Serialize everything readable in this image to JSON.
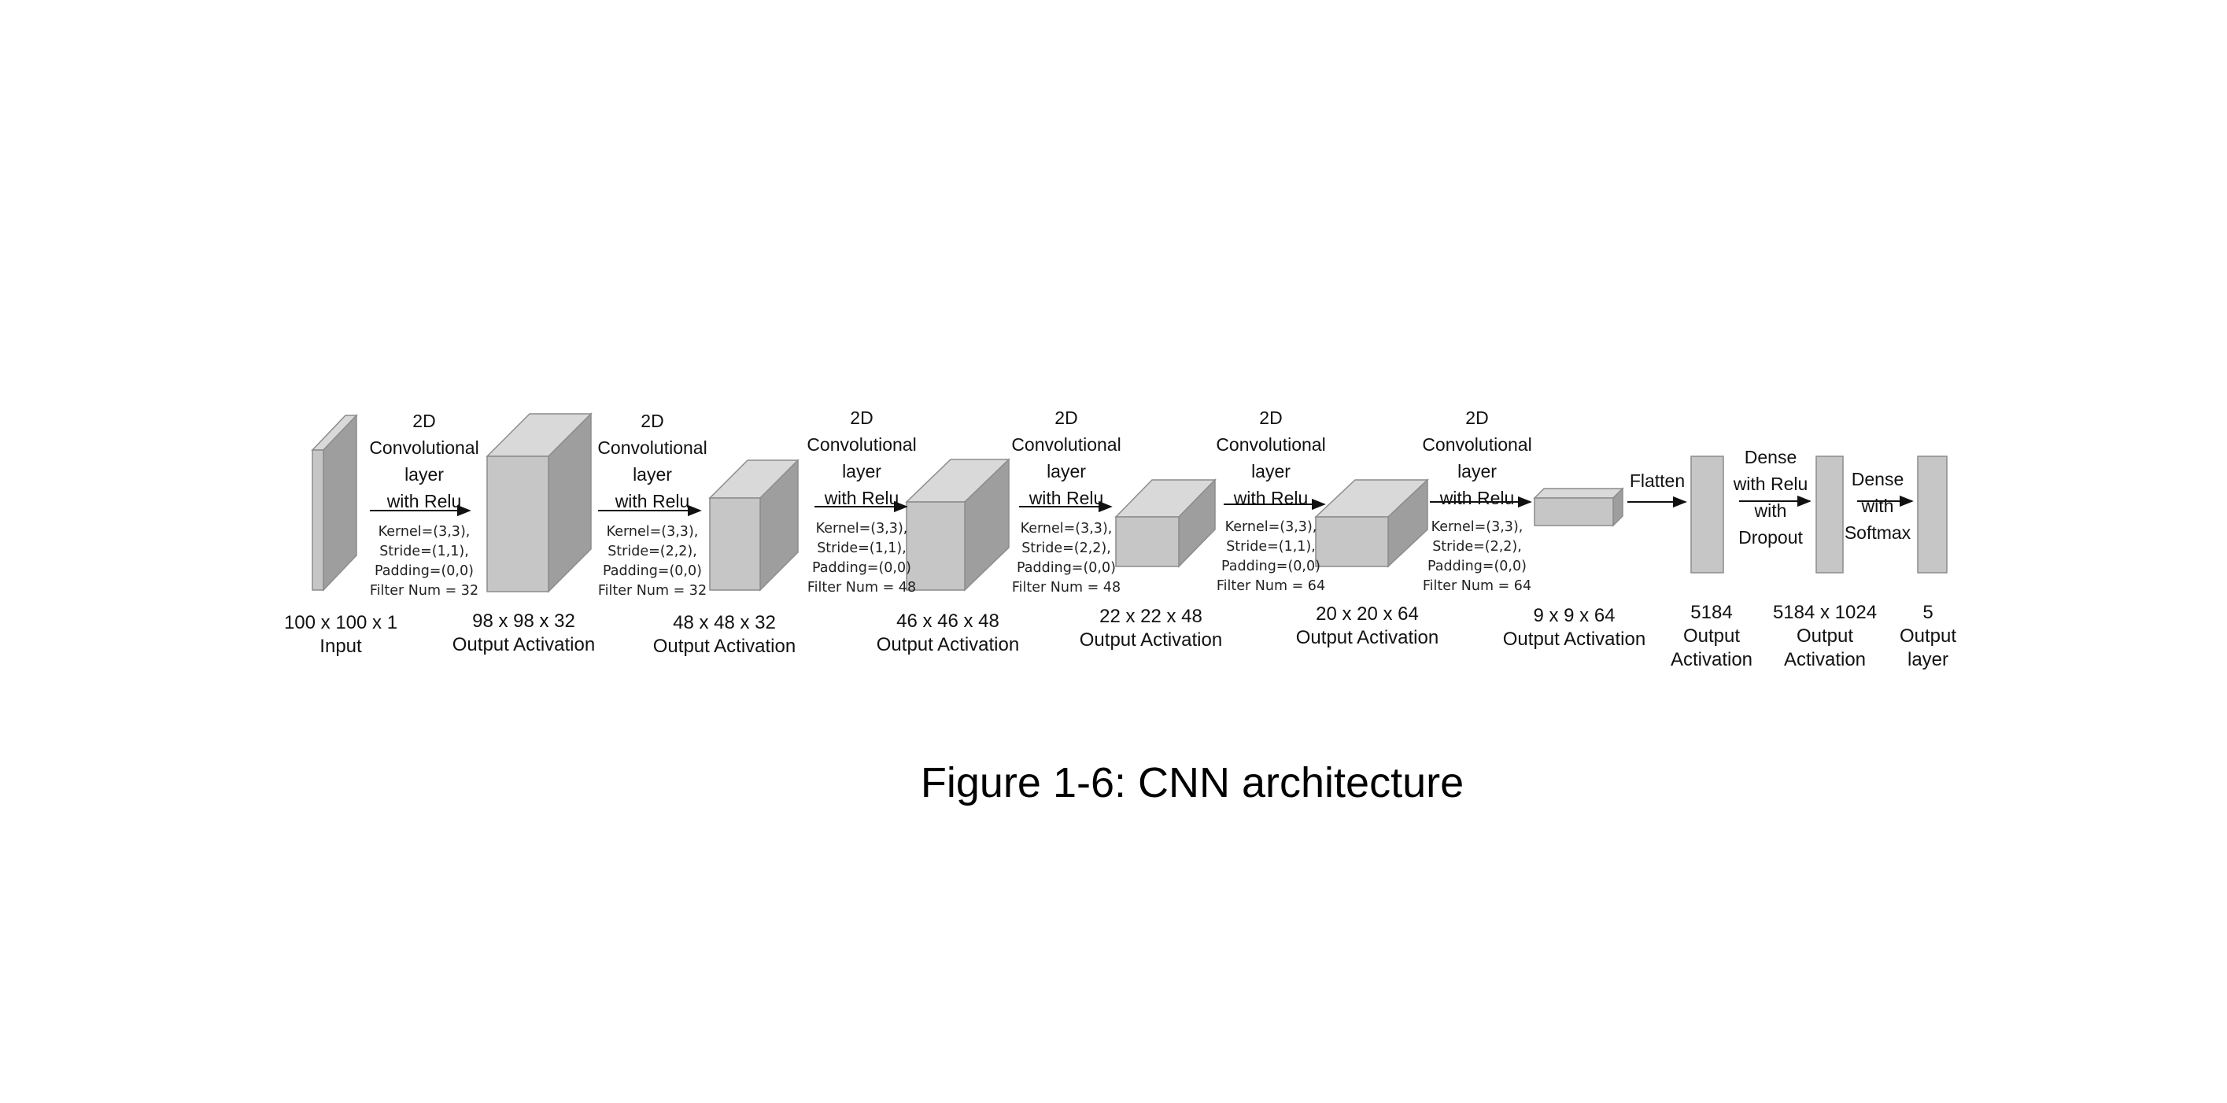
{
  "caption": "Figure 1-6: CNN architecture",
  "colors": {
    "front": "#c6c6c6",
    "top": "#d9d9d9",
    "side": "#9e9e9e",
    "edge": "#8c8c8c",
    "arrow": "#111111"
  },
  "activations": [
    {
      "line1": "100 x 100 x 1",
      "line2": "Input"
    },
    {
      "line1": "98 x 98 x 32",
      "line2": "Output Activation"
    },
    {
      "line1": "48 x 48 x 32",
      "line2": "Output Activation"
    },
    {
      "line1": "46 x 46 x 48",
      "line2": "Output Activation"
    },
    {
      "line1": "22 x 22 x 48",
      "line2": "Output Activation"
    },
    {
      "line1": "20 x 20 x 64",
      "line2": "Output Activation"
    },
    {
      "line1": "9 x 9 x 64",
      "line2": "Output Activation"
    },
    {
      "line1": "5184",
      "line2": "Output",
      "line3": "Activation"
    },
    {
      "line1": "5184 x 1024",
      "line2": "Output",
      "line3": "Activation"
    },
    {
      "line1": "5",
      "line2": "Output",
      "line3": "layer"
    }
  ],
  "conv_ops": [
    {
      "title": [
        "2D",
        "Convolutional",
        "layer",
        "with Relu"
      ],
      "params": [
        "Kernel=(3,3),",
        "Stride=(1,1),",
        "Padding=(0,0)",
        "Filter Num = 32"
      ]
    },
    {
      "title": [
        "2D",
        "Convolutional",
        "layer",
        "with Relu"
      ],
      "params": [
        "Kernel=(3,3),",
        "Stride=(2,2),",
        "Padding=(0,0)",
        "Filter Num = 32"
      ]
    },
    {
      "title": [
        "2D",
        "Convolutional",
        "layer",
        "with Relu"
      ],
      "params": [
        "Kernel=(3,3),",
        "Stride=(1,1),",
        "Padding=(0,0)",
        "Filter Num = 48"
      ]
    },
    {
      "title": [
        "2D",
        "Convolutional",
        "layer",
        "with Relu"
      ],
      "params": [
        "Kernel=(3,3),",
        "Stride=(2,2),",
        "Padding=(0,0)",
        "Filter Num = 48"
      ]
    },
    {
      "title": [
        "2D",
        "Convolutional",
        "layer",
        "with Relu"
      ],
      "params": [
        "Kernel=(3,3),",
        "Stride=(1,1),",
        "Padding=(0,0)",
        "Filter Num = 64"
      ]
    },
    {
      "title": [
        "2D",
        "Convolutional",
        "layer",
        "with Relu"
      ],
      "params": [
        "Kernel=(3,3),",
        "Stride=(2,2),",
        "Padding=(0,0)",
        "Filter Num = 64"
      ]
    }
  ],
  "dense_ops": [
    {
      "lines": [
        "Flatten"
      ]
    },
    {
      "lines": [
        "Dense",
        "with Relu",
        "with",
        "Dropout"
      ]
    },
    {
      "lines": [
        "Dense",
        "with",
        "Softmax"
      ]
    }
  ]
}
